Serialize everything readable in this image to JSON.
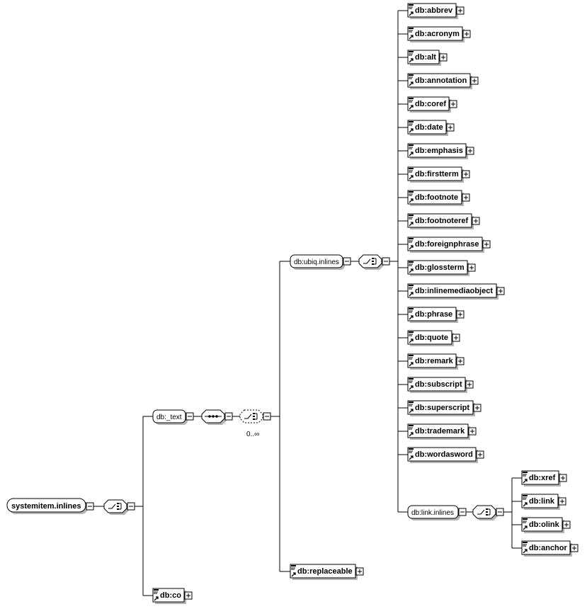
{
  "root": {
    "label": "systemitem.inlines"
  },
  "groups": {
    "text": {
      "label": "db:_text"
    },
    "ubiq": {
      "label": "db:ubiq.inlines"
    },
    "link": {
      "label": "db:link.inlines"
    }
  },
  "choice_occurrence": "0..∞",
  "ubiq_elements": [
    "db:abbrev",
    "db:acronym",
    "db:alt",
    "db:annotation",
    "db:coref",
    "db:date",
    "db:emphasis",
    "db:firstterm",
    "db:footnote",
    "db:footnoteref",
    "db:foreignphrase",
    "db:glossterm",
    "db:inlinemediaobject",
    "db:phrase",
    "db:quote",
    "db:remark",
    "db:subscript",
    "db:superscript",
    "db:trademark",
    "db:wordasword"
  ],
  "link_elements": [
    "db:xref",
    "db:link",
    "db:olink",
    "db:anchor"
  ],
  "other_elements": {
    "replaceable": "db:replaceable",
    "co": "db:co"
  }
}
